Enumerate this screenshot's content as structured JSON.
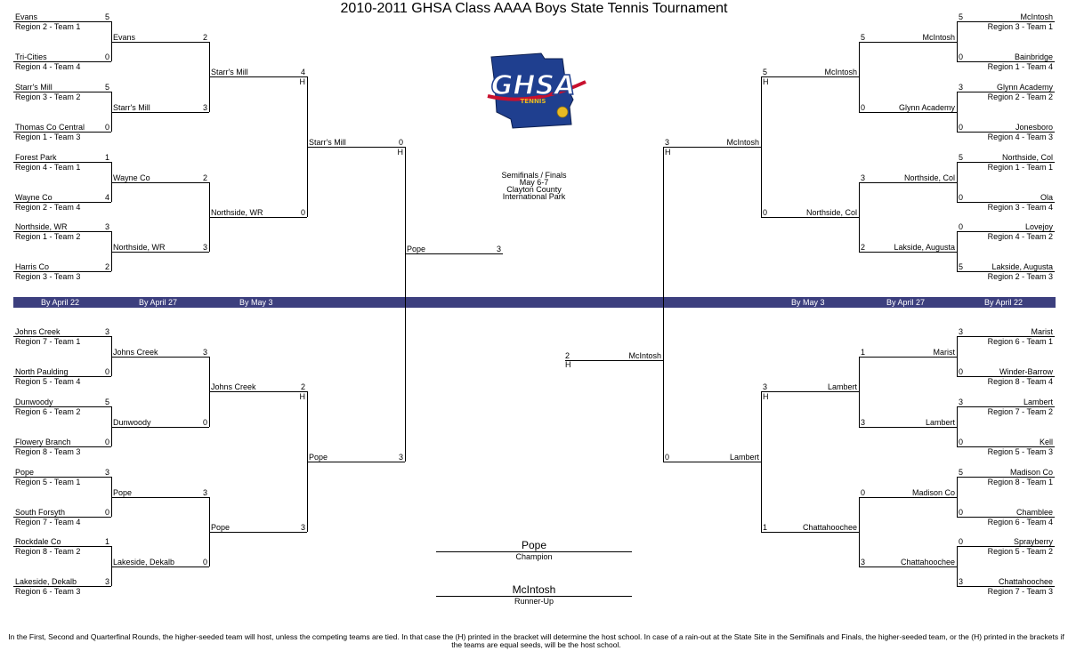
{
  "title": "2010-2011 GHSA Class AAAA Boys State Tennis Tournament",
  "logo": {
    "icon": "ghsa-tennis-logo",
    "text": "GHSA",
    "subtext": "TENNIS",
    "colors": {
      "blue": "#1f3f8f",
      "red": "#c8102e",
      "gold": "#e8b923"
    }
  },
  "event": {
    "line1": "Semifinals / Finals",
    "line2": "May 6-7",
    "line3": "Clayton County",
    "line4": "International Park"
  },
  "date_bar": {
    "color": "#3c3f7e",
    "left": [
      "By April 22",
      "By April 27",
      "By May 3"
    ],
    "right": [
      "By May 3",
      "By April 27",
      "By April 22"
    ]
  },
  "left_top": {
    "r1": [
      {
        "team": "Evans",
        "seed": "Region 2 - Team 1",
        "score": "5"
      },
      {
        "team": "Tri-Cities",
        "seed": "Region 4 - Team 4",
        "score": "0"
      },
      {
        "team": "Starr's Mill",
        "seed": "Region 3 - Team 2",
        "score": "5"
      },
      {
        "team": "Thomas Co Central",
        "seed": "Region 1 - Team 3",
        "score": "0"
      },
      {
        "team": "Forest Park",
        "seed": "Region 4 - Team 1",
        "score": "1"
      },
      {
        "team": "Wayne Co",
        "seed": "Region 2 - Team 4",
        "score": "4"
      },
      {
        "team": "Northside, WR",
        "seed": "Region 1 - Team 2",
        "score": "3"
      },
      {
        "team": "Harris Co",
        "seed": "Region 3 - Team 3",
        "score": "2"
      }
    ],
    "r2": [
      {
        "team": "Evans",
        "score": "2"
      },
      {
        "team": "Starr's Mill",
        "score": "3"
      },
      {
        "team": "Wayne Co",
        "score": "2"
      },
      {
        "team": "Northside, WR",
        "score": "3"
      }
    ],
    "qf": [
      {
        "team": "Starr's Mill",
        "score": "4",
        "host": "H"
      },
      {
        "team": "Northside, WR",
        "score": "0",
        "host": ""
      }
    ],
    "sf": {
      "team": "Starr's Mill",
      "score": "0",
      "host": "H"
    }
  },
  "left_bottom": {
    "r1": [
      {
        "team": "Johns Creek",
        "seed": "Region 7 - Team 1",
        "score": "3"
      },
      {
        "team": "North Paulding",
        "seed": "Region 5 - Team 4",
        "score": "0"
      },
      {
        "team": "Dunwoody",
        "seed": "Region 6 - Team 2",
        "score": "5"
      },
      {
        "team": "Flowery Branch",
        "seed": "Region 8 - Team 3",
        "score": "0"
      },
      {
        "team": "Pope",
        "seed": "Region 5 - Team 1",
        "score": "3"
      },
      {
        "team": "South Forsyth",
        "seed": "Region 7 - Team 4",
        "score": "0"
      },
      {
        "team": "Rockdale Co",
        "seed": "Region 8 - Team 2",
        "score": "1"
      },
      {
        "team": "Lakeside, Dekalb",
        "seed": "Region 6 - Team 3",
        "score": "3"
      }
    ],
    "r2": [
      {
        "team": "Johns Creek",
        "score": "3"
      },
      {
        "team": "Dunwoody",
        "score": "0"
      },
      {
        "team": "Pope",
        "score": "3"
      },
      {
        "team": "Lakeside, Dekalb",
        "score": "0"
      }
    ],
    "qf": [
      {
        "team": "Johns Creek",
        "score": "2",
        "host": "H"
      },
      {
        "team": "Pope",
        "score": "3",
        "host": ""
      }
    ],
    "sf": {
      "team": "Pope",
      "score": "3",
      "host": ""
    }
  },
  "right_top": {
    "r1": [
      {
        "team": "McIntosh",
        "seed": "Region 3 - Team 1",
        "score": "5"
      },
      {
        "team": "Bainbridge",
        "seed": "Region 1 - Team 4",
        "score": "0"
      },
      {
        "team": "Glynn Academy",
        "seed": "Region 2 - Team 2",
        "score": "3"
      },
      {
        "team": "Jonesboro",
        "seed": "Region 4 - Team 3",
        "score": "0"
      },
      {
        "team": "Northside, Col",
        "seed": "Region 1 - Team 1",
        "score": "5"
      },
      {
        "team": "Ola",
        "seed": "Region 3 - Team 4",
        "score": "0"
      },
      {
        "team": "Lovejoy",
        "seed": "Region 4 - Team 2",
        "score": "0"
      },
      {
        "team": "Lakside, Augusta",
        "seed": "Region 2 - Team 3",
        "score": "5"
      }
    ],
    "r2": [
      {
        "team": "McIntosh",
        "score": "5"
      },
      {
        "team": "Glynn Academy",
        "score": "0"
      },
      {
        "team": "Northside, Col",
        "score": "3"
      },
      {
        "team": "Lakside, Augusta",
        "score": "2"
      }
    ],
    "qf": [
      {
        "team": "McIntosh",
        "score": "5",
        "host": "H"
      },
      {
        "team": "Northside, Col",
        "score": "0",
        "host": ""
      }
    ],
    "sf": {
      "team": "McIntosh",
      "score": "3",
      "host": "H"
    }
  },
  "right_bottom": {
    "r1": [
      {
        "team": "Marist",
        "seed": "Region 6 - Team 1",
        "score": "3"
      },
      {
        "team": "Winder-Barrow",
        "seed": "Region 8 - Team 4",
        "score": "0"
      },
      {
        "team": "Lambert",
        "seed": "Region 7 - Team 2",
        "score": "3"
      },
      {
        "team": "Kell",
        "seed": "Region 5 - Team 3",
        "score": "0"
      },
      {
        "team": "Madison Co",
        "seed": "Region 8 - Team 1",
        "score": "5"
      },
      {
        "team": "Chamblee",
        "seed": "Region 6 - Team 4",
        "score": "0"
      },
      {
        "team": "Sprayberry",
        "seed": "Region 5 - Team 2",
        "score": "0"
      },
      {
        "team": "Chattahoochee",
        "seed": "Region 7 - Team 3",
        "score": "3"
      }
    ],
    "r2": [
      {
        "team": "Marist",
        "score": "1"
      },
      {
        "team": "Lambert",
        "score": "3"
      },
      {
        "team": "Madison Co",
        "score": "0"
      },
      {
        "team": "Chattahoochee",
        "score": "3"
      }
    ],
    "qf": [
      {
        "team": "Lambert",
        "score": "3",
        "host": "H"
      },
      {
        "team": "Chattahoochee",
        "score": "1",
        "host": ""
      }
    ],
    "sf": {
      "team": "Lambert",
      "score": "0",
      "host": ""
    }
  },
  "final_left": {
    "team": "Pope",
    "score": "3"
  },
  "final_right": {
    "team": "McIntosh",
    "score": "2",
    "host": "H"
  },
  "champion": {
    "team": "Pope",
    "label": "Champion"
  },
  "runner_up": {
    "team": "McIntosh",
    "label": "Runner-Up"
  },
  "footer": "In the First, Second and Quarterfinal Rounds, the higher-seeded team will host, unless the competing teams are tied.  In that case the (H) printed in the bracket will determine the host school.  In case of a rain-out at the State Site in the Semifinals and Finals, the higher-seeded team, or the (H) printed in the brackets if the teams are equal seeds, will be the host school."
}
